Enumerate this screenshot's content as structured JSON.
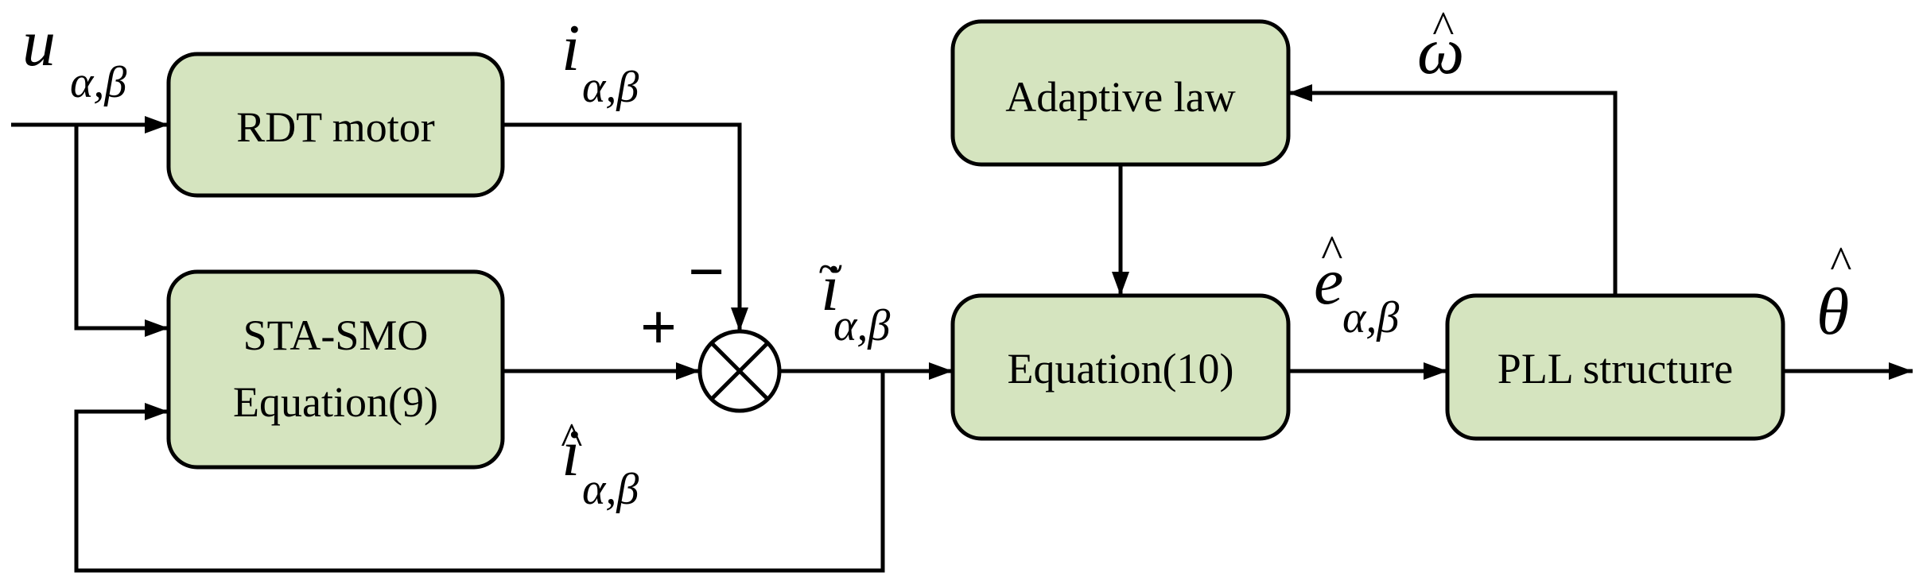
{
  "blocks": {
    "rdt_motor": "RDT motor",
    "sta_smo_line1": "STA-SMO",
    "sta_smo_line2": "Equation(9)",
    "adaptive_law": "Adaptive law",
    "equation10": "Equation(10)",
    "pll": "PLL structure"
  },
  "signals": {
    "u_base": "u",
    "u_sub": "α,β",
    "i_base": "i",
    "i_sub": "α,β",
    "i_hat_base": "i",
    "i_hat_mark": "^",
    "i_hat_sub": "α,β",
    "i_tilde_base": "i",
    "i_tilde_mark": "~",
    "i_tilde_sub": "α,β",
    "e_hat_base": "e",
    "e_hat_mark": "^",
    "e_hat_sub": "α,β",
    "omega_hat": "ω",
    "omega_mark": "^",
    "theta_hat": "θ",
    "theta_mark": "^"
  },
  "summing_junction": {
    "plus": "+",
    "minus": "−"
  }
}
